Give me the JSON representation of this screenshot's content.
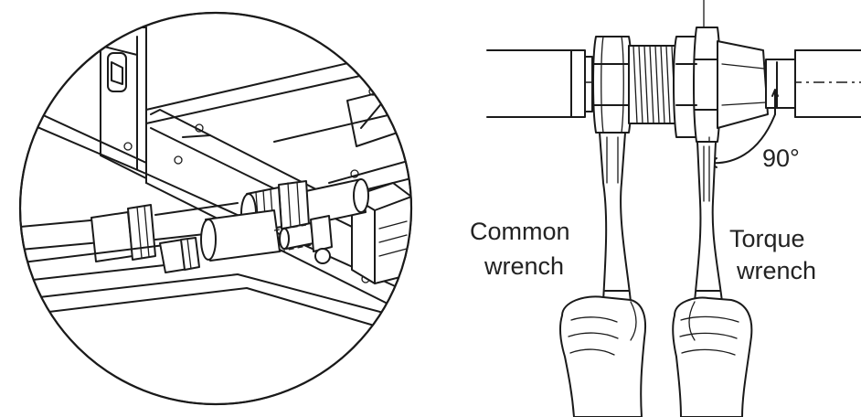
{
  "labels": {
    "common_wrench_line1": "Common",
    "common_wrench_line2": "wrench",
    "torque_wrench_line1": "Torque",
    "torque_wrench_line2": "wrench",
    "angle": "90°"
  }
}
